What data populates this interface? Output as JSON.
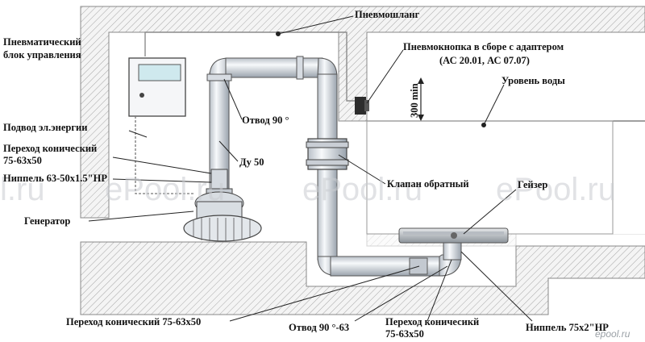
{
  "labels": {
    "pneumohose": "Пневмошланг",
    "control_unit_1": "Пневматический",
    "control_unit_2": "блок управления",
    "button_1": "Пневмокнопка в сборе  с адаптером",
    "button_2": "(АС 20.01, АС 07.07)",
    "water_level": "Уровень воды",
    "elbow_90": "Отвод 90 °",
    "power_supply": "Подвод эл.энергии",
    "reducer_top_1": "Переход конический",
    "reducer_top_2": "75-63х50",
    "du50": "Ду 50",
    "nipple_left": "Ниппель 63-50х1.5\"НР",
    "check_valve": "Клапан обратный",
    "geyser": "Гейзер",
    "generator": "Генератор",
    "reducer_bottom_left": "Переход конический 75-63х50",
    "elbow_90_63": "Отвод 90 °-63",
    "reducer_bottom_mid_1": "Переход коничесикй",
    "reducer_bottom_mid_2": "75-63х50",
    "nipple_right": "Ниппель 75х2\"НР",
    "depth": "300 min"
  },
  "watermarks": {
    "text_1": "l.ru",
    "text_2": "ePool.ru",
    "text_3": "ePool.ru",
    "text_4": "ePool.ru",
    "corner": "epool.ru"
  },
  "colors": {
    "hatch": "#9a9a9a",
    "pipe_fill": "#e9eef3",
    "pipe_stroke": "#555a60",
    "water": "#ffffff",
    "display": "#cfe9ee"
  }
}
